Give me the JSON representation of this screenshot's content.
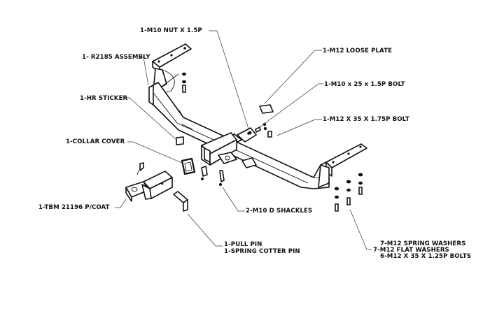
{
  "diagram": {
    "title": "Trailer hitch exploded assembly view",
    "labels": {
      "nut": "1-M10 NUT X 1.5P",
      "assembly": "1- R2185 ASSEMBLY",
      "loose_plate": "1-M12 LOOSE PLATE",
      "m10_bolt": "1-M10 x 25 x 1.5P BOLT",
      "m12_bolt": "1-M12 X 35 X 1.75P BOLT",
      "hr_sticker": "1-HR STICKER",
      "collar_cover": "1-COLLAR COVER",
      "tbm": "1-TBM 21196 P/COAT",
      "shackles": "2-M10 D SHACKLES",
      "pull_pin": "1-PULL PIN",
      "cotter_pin": "1-SPRING COTTER PIN",
      "spring_washers": "7-M12 SPRING WASHERS",
      "flat_washers": "7-M12 FLAT WASHERS",
      "bolts": "6-M12 X 35 X 1.25P BOLTS"
    },
    "colors": {
      "line": "#111111",
      "background": "#ffffff"
    }
  }
}
